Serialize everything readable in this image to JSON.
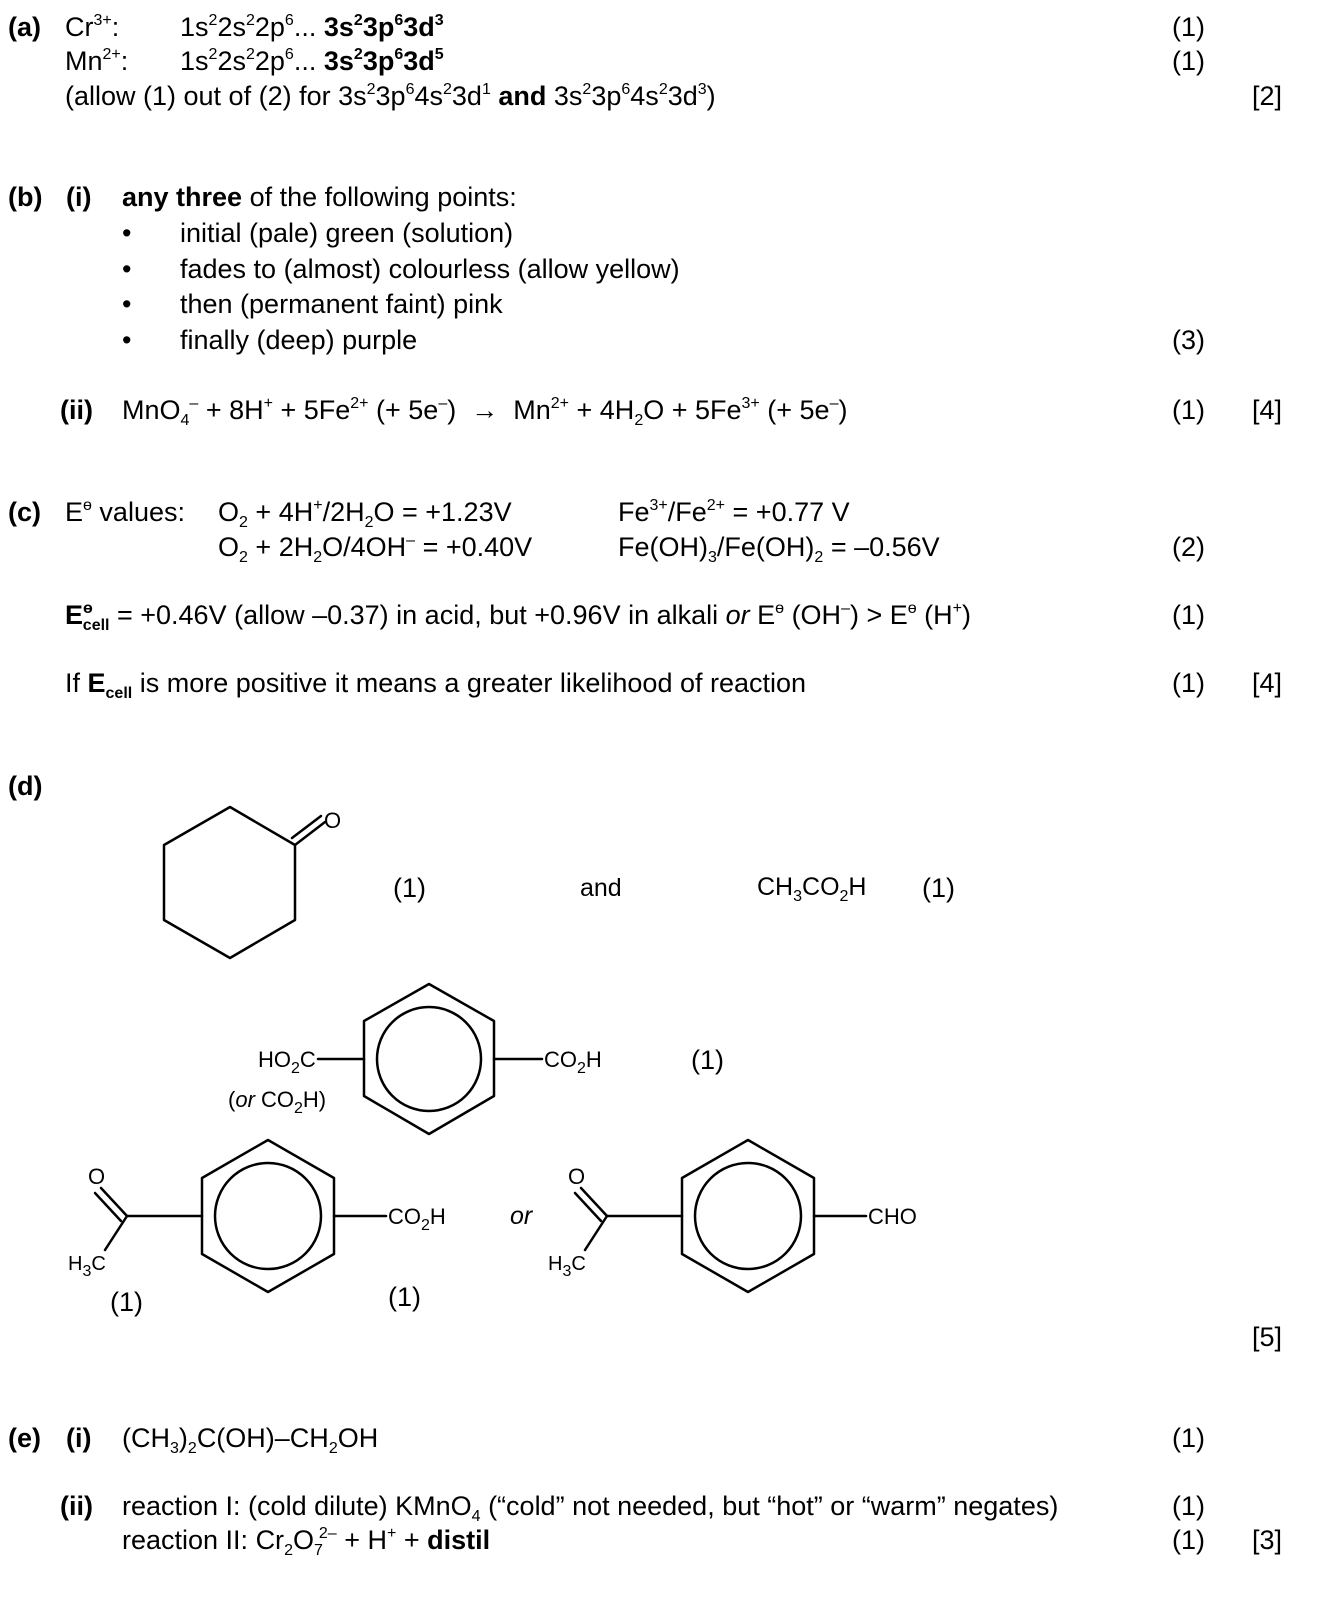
{
  "a": {
    "label": "(a)",
    "cr_ion": "Cr",
    "cr_charge": "3+",
    "colon": ":",
    "mn_ion": "Mn",
    "mn_charge": "2+",
    "config_prefix": "1s",
    "two": "2",
    "s": "s",
    "p": "p",
    "six": "6",
    "ellipsis": "...",
    "d": "d",
    "three": "3",
    "five": "5",
    "one": "1",
    "four": "4",
    "mark1": "(1)",
    "allow_text": "(allow (1) out of (2) for 3s",
    "and": "and",
    "total": "[2]"
  },
  "b": {
    "label": "(b)",
    "i_label": "(i)",
    "any_three": "any three",
    "of_following": "of the following points:",
    "bullets": [
      "initial (pale) green (solution)",
      "fades to (almost) colourless (allow yellow)",
      "then (permanent faint) pink",
      "finally (deep) purple"
    ],
    "mark3": "(3)",
    "ii_label": "(ii)",
    "eq_mno4": "MnO",
    "eq_rest1": " + 8H",
    "eq_rest2": " + 5Fe",
    "eq_rest3": " (+ 5e",
    "arrow": "→",
    "eq_rhs1": "Mn",
    "eq_rhs2": " + 4H",
    "eq_rhs3": "O + 5Fe",
    "eq_rhs4": " (+ 5e",
    "close": ")",
    "mark1": "(1)",
    "total": "[4]"
  },
  "c": {
    "label": "(c)",
    "e_values": "E",
    "values_word": " values:",
    "std": "ө",
    "o2": "O",
    "line1a_rest": " + 4H",
    "line1a_end": "/2H",
    "line1a_val": "O = +1.23V",
    "line1b": "Fe",
    "line1b_mid": "/Fe",
    "line1b_val": " = +0.77 V",
    "line2a_rest": " + 2H",
    "line2a_mid": "O/4OH",
    "line2a_val": " = +0.40V",
    "line2b": "Fe(OH)",
    "line2b_mid": "/Fe(OH)",
    "line2b_val": " = –0.56V",
    "mark2": "(2)",
    "ecell_E": "E",
    "ecell_sub": "cell",
    "ecell_text": " = +0.46V (allow –0.37) in acid, but +0.96V in alkali ",
    "or": "or",
    "ecell_text2": " E",
    "oh_part": " (OH",
    "gt_part": ") > E",
    "h_part": " (H",
    "mark1": "(1)",
    "if_text": "If ",
    "if_rest": " is more positive it means a greater likelihood of reaction",
    "total": "[4]"
  },
  "d": {
    "label": "(d)",
    "O": "O",
    "mark1": "(1)",
    "and": "and",
    "acetic": "CH",
    "acetic2": "CO",
    "acetic3": "H",
    "ho2c": "HO",
    "ho2c2": "C",
    "co2h": "CO",
    "co2h2": "H",
    "or_co2h_open": "(",
    "or_word": "or",
    "or_co2h_rest": " CO",
    "or_co2h_end": "H)",
    "h3c": "H",
    "h3c2": "C",
    "or_mid": "or",
    "cho": "CHO",
    "total": "[5]"
  },
  "e": {
    "label": "(e)",
    "i_label": "(i)",
    "i_text1": "(CH",
    "i_text2": ")",
    "i_text3": "C(OH)–CH",
    "i_text4": "OH",
    "mark1": "(1)",
    "ii_label": "(ii)",
    "r1_text1": "reaction I: (cold dilute) KMnO",
    "r1_text2": " (“cold” not needed, but “hot” or “warm” negates)",
    "r2_text1": "reaction II: Cr",
    "r2_text2": "O",
    "r2_text3": " + H",
    "r2_text4": " + ",
    "distil": "distil",
    "total": "[3]"
  },
  "common": {
    "two": "2",
    "three": "3",
    "four": "4",
    "seven": "7",
    "plus": "+",
    "minus": "–",
    "twominus": "2–",
    "threeplus": "3+",
    "twoplus": "2+"
  }
}
